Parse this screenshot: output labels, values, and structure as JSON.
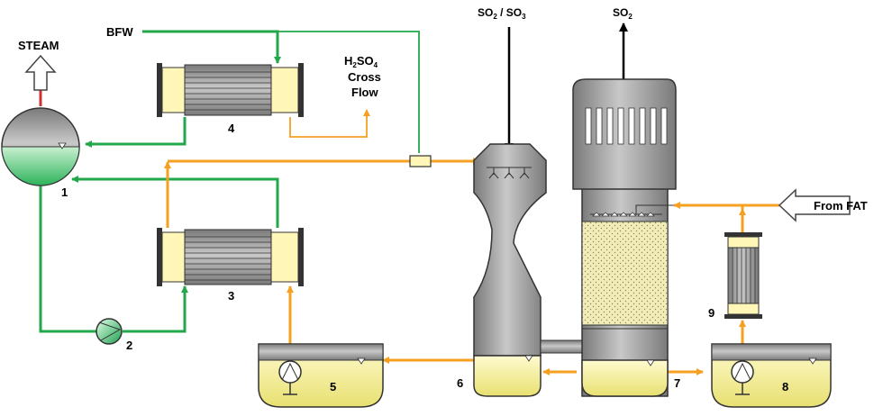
{
  "labels": {
    "steam": "STEAM",
    "bfw": "BFW",
    "acid_cross_flow_pre": "H",
    "acid_cross_flow_sub1": "2",
    "acid_cross_flow_mid": "SO",
    "acid_cross_flow_sub2": "4",
    "acid_cross_flow_line2": "Cross",
    "acid_cross_flow_line3": "Flow",
    "so2_so3_a": "SO",
    "so2_so3_sub_a": "2",
    "so2_so3_sep": " / SO",
    "so2_so3_sub_b": "3",
    "so2_out": "SO",
    "so2_out_sub": "2",
    "from_fat": "From FAT"
  },
  "equipment_numbers": [
    "1",
    "2",
    "3",
    "4",
    "5",
    "6",
    "7",
    "8",
    "9"
  ],
  "colors": {
    "steam_line": "#d03030",
    "water_line": "#22a84a",
    "acid_line": "#f5a020",
    "gas_line": "#000000",
    "vessel_grey": "#9a9a9a",
    "liquid_yellow": "#f6f2a0",
    "water_green": "#3cc06a"
  }
}
